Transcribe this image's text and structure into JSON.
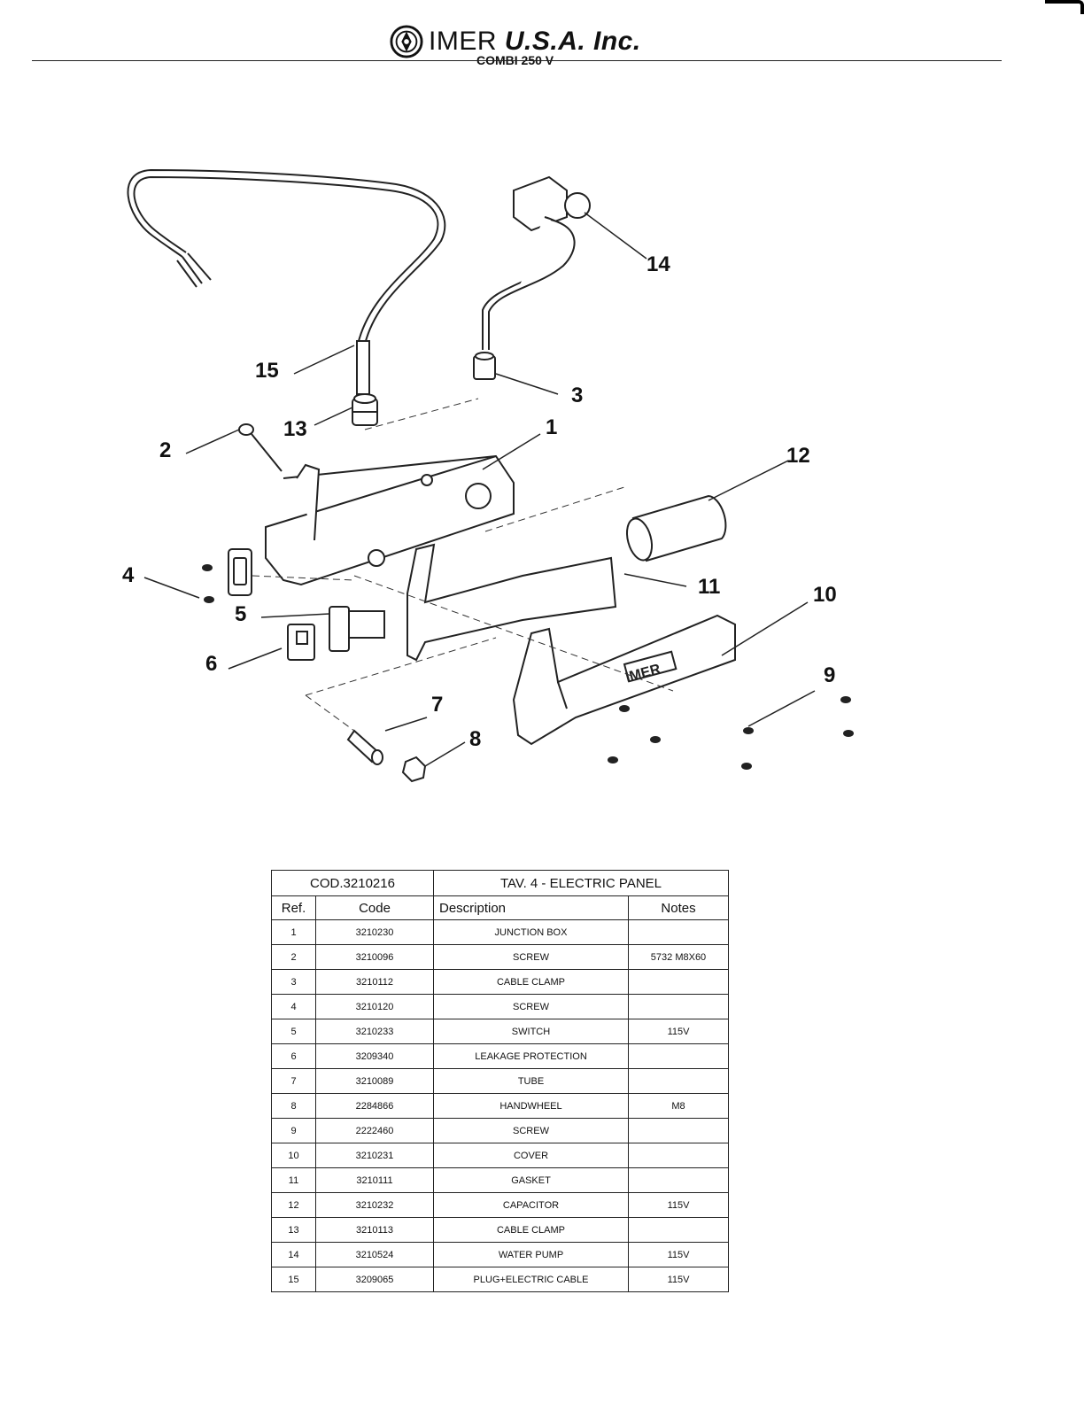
{
  "header": {
    "brand_main": "IMER",
    "brand_rest": "U.S.A. Inc.",
    "model": "COMBI 250 V",
    "logo_icon": "imer-logo-icon"
  },
  "diagram": {
    "callouts": [
      "1",
      "2",
      "3",
      "4",
      "5",
      "6",
      "7",
      "8",
      "9",
      "10",
      "11",
      "12",
      "13",
      "14",
      "15"
    ],
    "nameplate": "IMER"
  },
  "table": {
    "code_title": "COD.3210216",
    "tav_title": "TAV. 4    - ELECTRIC PANEL",
    "columns": {
      "ref": "Ref.",
      "code": "Code",
      "description": "Description",
      "notes": "Notes"
    },
    "rows": [
      {
        "ref": "1",
        "code": "3210230",
        "description": "JUNCTION BOX",
        "notes": ""
      },
      {
        "ref": "2",
        "code": "3210096",
        "description": "SCREW",
        "notes": "5732 M8X60"
      },
      {
        "ref": "3",
        "code": "3210112",
        "description": "CABLE CLAMP",
        "notes": ""
      },
      {
        "ref": "4",
        "code": "3210120",
        "description": "SCREW",
        "notes": ""
      },
      {
        "ref": "5",
        "code": "3210233",
        "description": "SWITCH",
        "notes": "115V"
      },
      {
        "ref": "6",
        "code": "3209340",
        "description": "LEAKAGE PROTECTION",
        "notes": ""
      },
      {
        "ref": "7",
        "code": "3210089",
        "description": "TUBE",
        "notes": ""
      },
      {
        "ref": "8",
        "code": "2284866",
        "description": "HANDWHEEL",
        "notes": "M8"
      },
      {
        "ref": "9",
        "code": "2222460",
        "description": "SCREW",
        "notes": ""
      },
      {
        "ref": "10",
        "code": "3210231",
        "description": "COVER",
        "notes": ""
      },
      {
        "ref": "11",
        "code": "3210111",
        "description": "GASKET",
        "notes": ""
      },
      {
        "ref": "12",
        "code": "3210232",
        "description": "CAPACITOR",
        "notes": "115V"
      },
      {
        "ref": "13",
        "code": "3210113",
        "description": "CABLE CLAMP",
        "notes": ""
      },
      {
        "ref": "14",
        "code": "3210524",
        "description": "WATER PUMP",
        "notes": "115V"
      },
      {
        "ref": "15",
        "code": "3209065",
        "description": "PLUG+ELECTRIC CABLE",
        "notes": "115V"
      }
    ]
  }
}
